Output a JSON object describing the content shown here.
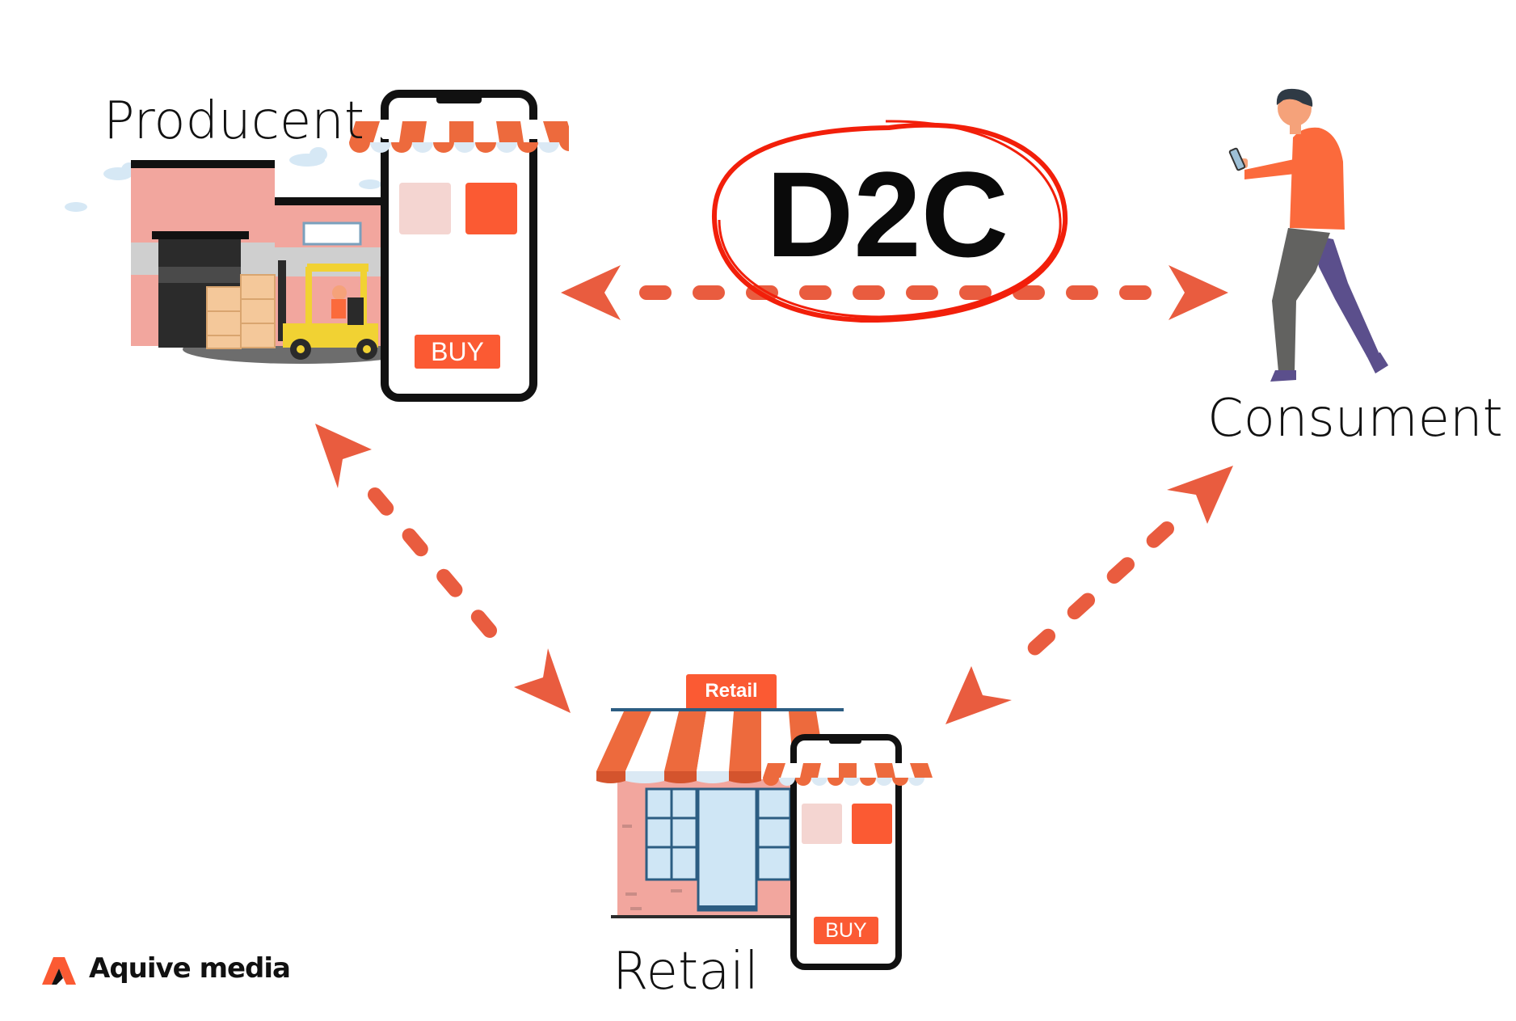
{
  "labels": {
    "producent": "Producent",
    "consument": "Consument",
    "retail": "Retail",
    "d2c": "D2C"
  },
  "buttons": {
    "buy_top": "BUY",
    "buy_bottom": "BUY"
  },
  "retail_sign": "Retail",
  "brand": {
    "name": "Aquive media"
  },
  "colors": {
    "arrow": "#e95c3f",
    "highlight_ellipse": "#f21f0a",
    "accent": "#fb5a33"
  },
  "icons": [
    "warehouse-forklift-illustration",
    "smartphone-shop-icon",
    "person-with-phone-illustration",
    "retail-store-illustration",
    "aquive-logo-icon"
  ]
}
